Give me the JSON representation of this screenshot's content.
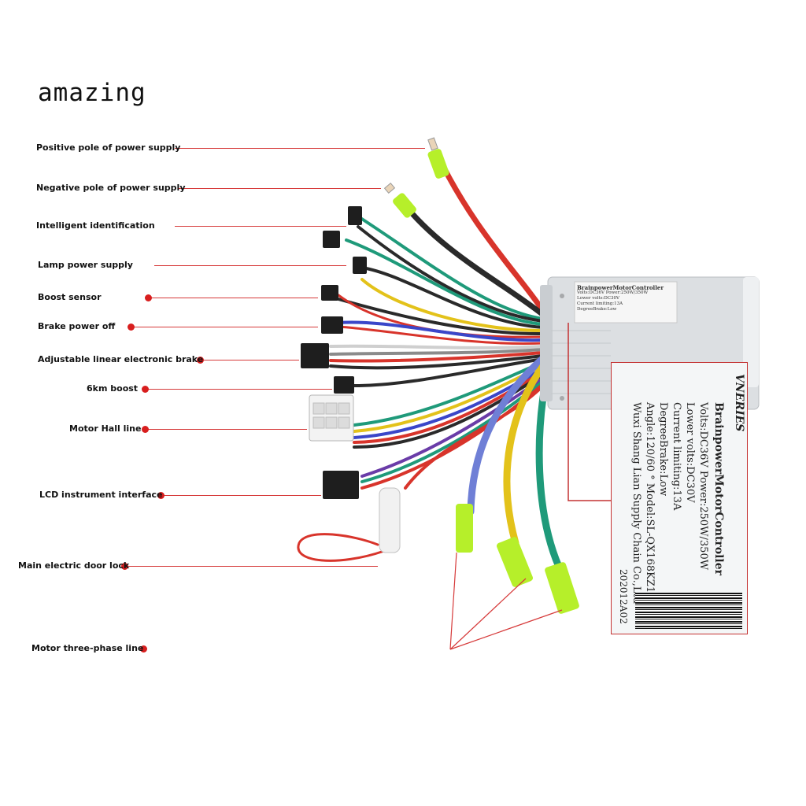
{
  "brand": "amazing",
  "labels": [
    {
      "id": "positive-pole",
      "text": "Positive pole of power supply"
    },
    {
      "id": "negative-pole",
      "text": "Negative pole of power supply"
    },
    {
      "id": "intelligent-identification",
      "text": "Intelligent identification"
    },
    {
      "id": "lamp-power",
      "text": "Lamp power supply"
    },
    {
      "id": "boost-sensor",
      "text": "Boost sensor"
    },
    {
      "id": "brake-power-off",
      "text": "Brake power off"
    },
    {
      "id": "linear-brake",
      "text": "Adjustable linear electronic brake"
    },
    {
      "id": "six-km-boost",
      "text": "6km boost"
    },
    {
      "id": "motor-hall",
      "text": "Motor Hall line"
    },
    {
      "id": "lcd-interface",
      "text": "LCD instrument interface"
    },
    {
      "id": "door-lock",
      "text": "Main electric door lock"
    },
    {
      "id": "three-phase",
      "text": "Motor three-phase line"
    }
  ],
  "controller_label": {
    "logo": "VNERIES",
    "title": "BrainpowerMotorController",
    "lines": [
      "Volts:DC36V  Power:250W/350W",
      "Lower volts:DC30V",
      "Current limiting:13A",
      "DegreeBrake:Low",
      "Angle:120/60 ° Model:SL-QX168KZ1",
      "Wuxi Shang Lian Supply Chain Co.,Ltd"
    ],
    "code": "202012A02"
  },
  "colors": {
    "leader": "#d63a3a",
    "dot": "#d81e1e",
    "housing": "#dcdfe2",
    "red_wire": "#d8342b",
    "black_wire": "#2a2a2a",
    "green_wire": "#1f9a7a",
    "yellow_wire": "#e3c21a",
    "blue_wire": "#3a46c9",
    "purple_wire": "#6a3ca8",
    "white_wire": "#e8e8e8",
    "sleeve": "#b6ef2a"
  }
}
